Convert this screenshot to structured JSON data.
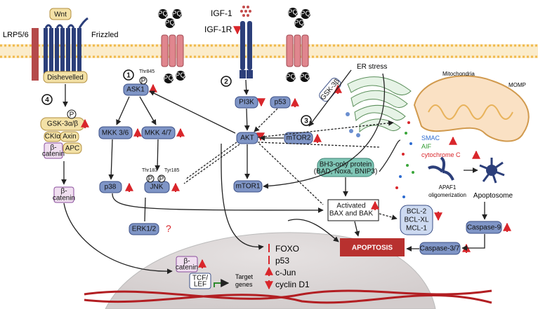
{
  "membrane": {
    "lrp": "LRP5/6",
    "frizzled": "Frizzled",
    "wnt": "Wnt",
    "dishevelled": "Dishevelled",
    "igf1": "IGF-1",
    "igf1r": "IGF-1R",
    "pq": "PQ"
  },
  "steps": {
    "s1": "1",
    "s2": "2",
    "s3": "3",
    "s4": "4"
  },
  "complex": {
    "gsk": "GSK-3α/β",
    "p": "P",
    "ckia": "CKIα",
    "axin": "Axin",
    "apc": "APC",
    "bcat1": "β-",
    "bcat2": "catenin"
  },
  "bcat_cyto": {
    "l1": "β-",
    "l2": "catenin"
  },
  "nodes": {
    "ask1": "ASK1",
    "thr845": "Thr845",
    "mkk36": "MKK 3/6",
    "mkk47": "MKK 4/7",
    "p38": "p38",
    "jnk": "JNK",
    "thr183": "Thr183",
    "tyr185": "Tyr185",
    "erk": "ERK1/2",
    "erk_q": "?",
    "pi3k": "PI3K",
    "p53": "p53",
    "akt": "AKT",
    "mtor2": "mTOR2",
    "mtor1": "mTOR1",
    "gsk3b": "GSK-3β"
  },
  "er": {
    "label": "ER stress"
  },
  "mito": {
    "label": "Mitochondria",
    "momp": "MOMP",
    "smac": "SMAC",
    "aif": "AIF",
    "cytc": "cytochrome C"
  },
  "bh3": {
    "l1": "BH3-only protein",
    "l2": "(BAD, Noxa, BNIP3)"
  },
  "bax": {
    "l1": "Activated",
    "l2": "BAX and BAK"
  },
  "bcl": {
    "l1": "BCL-2",
    "l2": "BCL-XL",
    "l3": "MCL-1"
  },
  "apaf": {
    "l1": "APAF1",
    "l2": "oligomerization"
  },
  "apoptosome": "Apoptosome",
  "casp9": "Caspase-9",
  "casp37": "Caspase-3/7",
  "apoptosis": "APOPTOSIS",
  "nucleus": {
    "bcat1": "β-",
    "bcat2": "catenin",
    "tcf1": "TCF/",
    "tcf2": "LEF",
    "target1": "Target",
    "target2": "genes",
    "genes": [
      "FOXO",
      "p53",
      "c-Jun",
      "cyclin D1"
    ]
  },
  "colors": {
    "node": "#7f95c6",
    "up_arrow": "#d9262b",
    "membrane": "#f0b94a",
    "apoptosis": "#b8312f"
  }
}
